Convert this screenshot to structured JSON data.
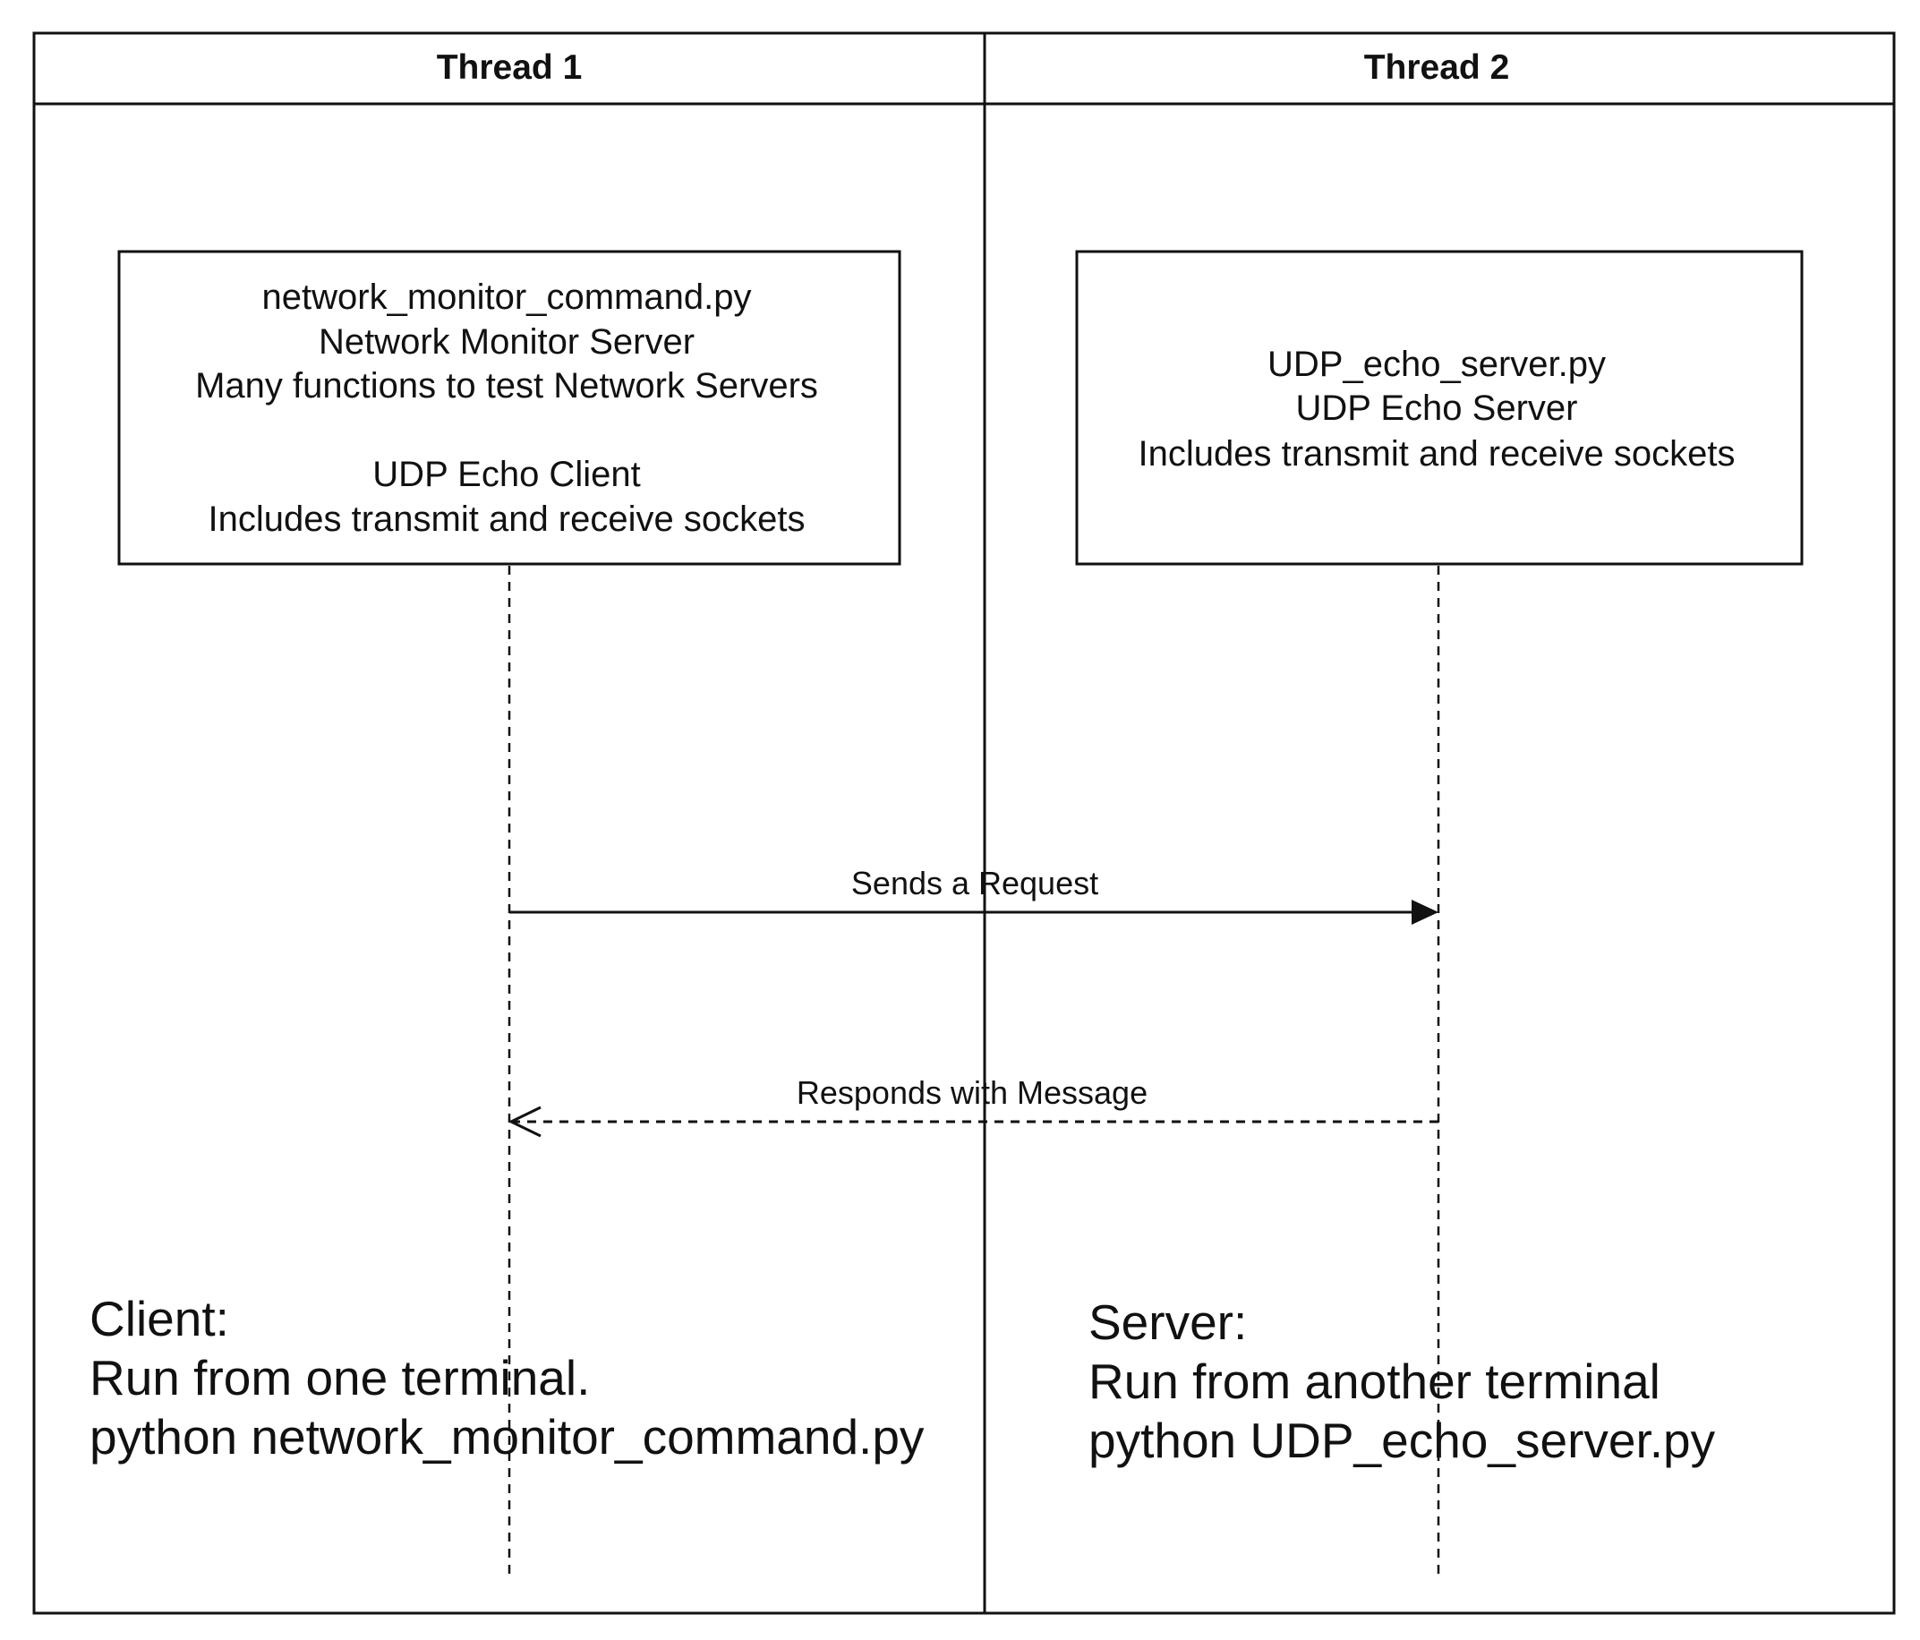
{
  "lanes": [
    {
      "title": "Thread 1"
    },
    {
      "title": "Thread 2"
    }
  ],
  "participants": [
    {
      "lines": [
        "network_monitor_command.py",
        "Network Monitor Server",
        "Many functions to test Network Servers",
        "",
        "UDP Echo Client",
        "Includes transmit and receive sockets"
      ]
    },
    {
      "lines": [
        "UDP_echo_server.py",
        "UDP Echo Server",
        "Includes transmit and receive sockets"
      ]
    }
  ],
  "messages": [
    {
      "label": "Sends a Request",
      "style": "solid"
    },
    {
      "label": "Responds with Message",
      "style": "dashed"
    }
  ],
  "notes": [
    {
      "lines": [
        "Client:",
        "Run from one terminal.",
        "python network_monitor_command.py"
      ]
    },
    {
      "lines": [
        "Server:",
        "Run from another terminal",
        "python UDP_echo_server.py"
      ]
    }
  ]
}
